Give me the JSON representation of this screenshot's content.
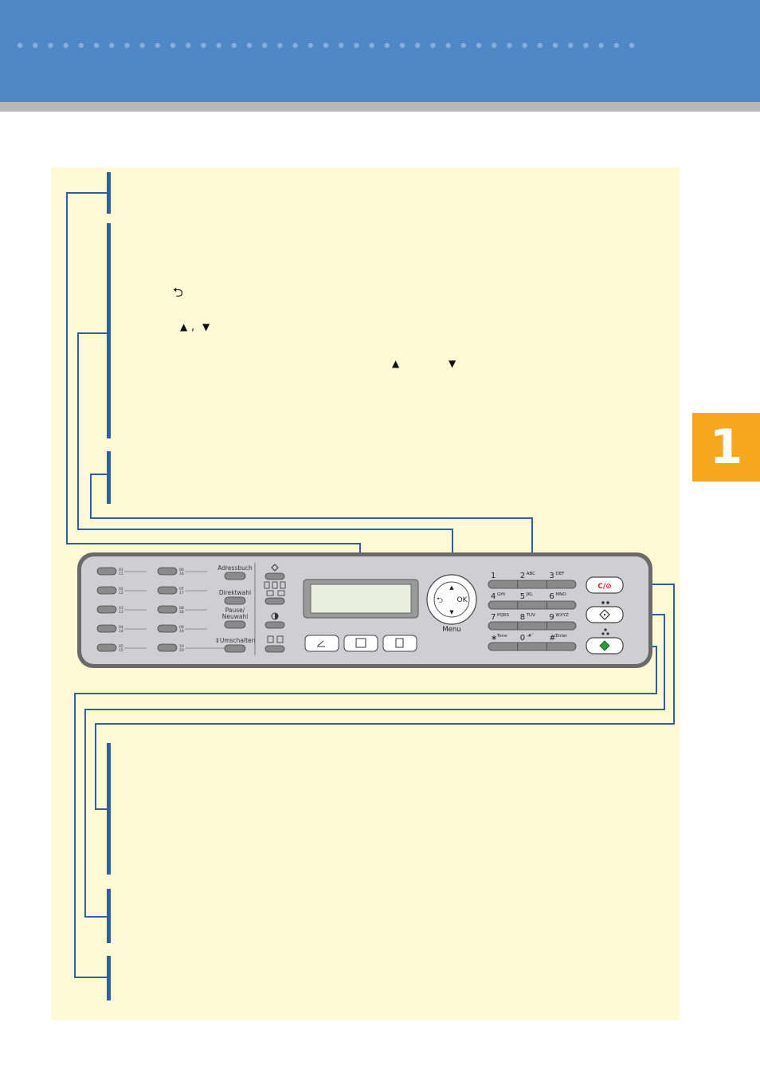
{
  "chapter": {
    "number": "1"
  },
  "panel": {
    "right_button_labels": [
      "Adressbuch",
      "Direktwahl",
      "Pause/",
      "Neuwahl",
      "⇕Umschalten"
    ],
    "speed_dial_labels": [
      [
        "01",
        "11"
      ],
      [
        "02",
        "12"
      ],
      [
        "03",
        "13"
      ],
      [
        "04",
        "14"
      ],
      [
        "05",
        "15"
      ],
      [
        "06",
        "16"
      ],
      [
        "07",
        "17"
      ],
      [
        "08",
        "18"
      ],
      [
        "09",
        "19"
      ],
      [
        "10",
        "20"
      ]
    ],
    "menu_label": "Menu",
    "ok_label": "OK",
    "clear_stop_label": "C/⊘",
    "keypad": [
      {
        "digit": "1",
        "letters": ""
      },
      {
        "digit": "2",
        "letters": "ABC"
      },
      {
        "digit": "3",
        "letters": "DEF"
      },
      {
        "digit": "4",
        "letters": "GHI"
      },
      {
        "digit": "5",
        "letters": "JKL"
      },
      {
        "digit": "6",
        "letters": "MNO"
      },
      {
        "digit": "7",
        "letters": "PQRS"
      },
      {
        "digit": "8",
        "letters": "TUV"
      },
      {
        "digit": "9",
        "letters": "WXYZ"
      },
      {
        "digit": "∗",
        "letters": "Tone"
      },
      {
        "digit": "0",
        "letters": "-#˜"
      },
      {
        "digit": "#",
        "letters": "Enter"
      }
    ]
  },
  "inline_icons": {
    "escape_icon": "⮌",
    "up_arrow": "▲",
    "down_arrow": "▼",
    "separator": ","
  },
  "colors": {
    "header": "#5088c7",
    "content_background": "#fff9d6",
    "chapter_tab": "#f5a81d",
    "callout_line": "#2d5fa6",
    "start_green": "#2a9a3c",
    "stop_red": "#d0202a"
  }
}
